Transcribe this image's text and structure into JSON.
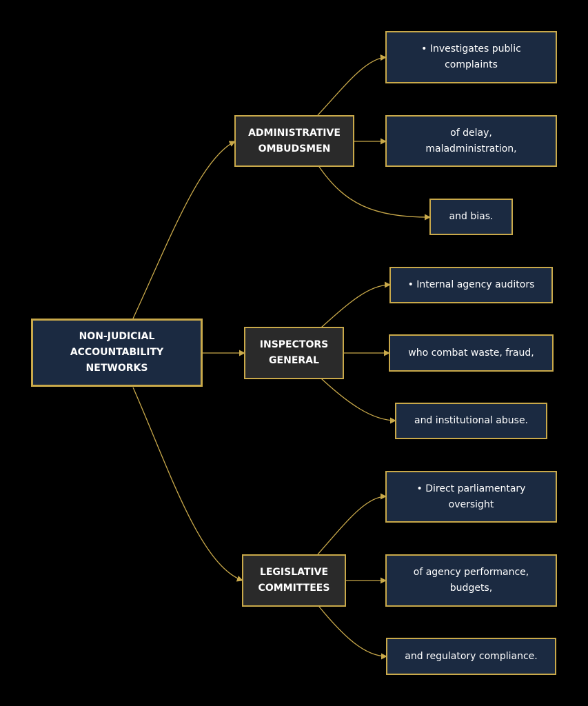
{
  "diagram": {
    "root": {
      "lines": [
        "NON-JUDICIAL",
        "ACCOUNTABILITY",
        "NETWORKS"
      ]
    },
    "branches": [
      {
        "lines": [
          "ADMINISTRATIVE",
          "OMBUDSMEN"
        ],
        "leaves": [
          {
            "lines": [
              "• Investigates public",
              "complaints"
            ]
          },
          {
            "lines": [
              "of delay,",
              "maladministration,"
            ]
          },
          {
            "lines": [
              "and bias."
            ]
          }
        ]
      },
      {
        "lines": [
          "INSPECTORS",
          "GENERAL"
        ],
        "leaves": [
          {
            "lines": [
              "• Internal agency auditors"
            ]
          },
          {
            "lines": [
              "who combat waste, fraud,"
            ]
          },
          {
            "lines": [
              "and institutional abuse."
            ]
          }
        ]
      },
      {
        "lines": [
          "LEGISLATIVE",
          "COMMITTEES"
        ],
        "leaves": [
          {
            "lines": [
              "• Direct parliamentary",
              "oversight"
            ]
          },
          {
            "lines": [
              "of agency performance,",
              "budgets,"
            ]
          },
          {
            "lines": [
              "and regulatory compliance."
            ]
          }
        ]
      }
    ]
  },
  "colors": {
    "background": "#000000",
    "edge": "#c9a94a",
    "node_border": "#c9a94a",
    "root_fill": "#1b2a41",
    "category_fill": "#2a2a2a",
    "leaf_fill": "#1b2a41",
    "text": "#ffffff"
  }
}
